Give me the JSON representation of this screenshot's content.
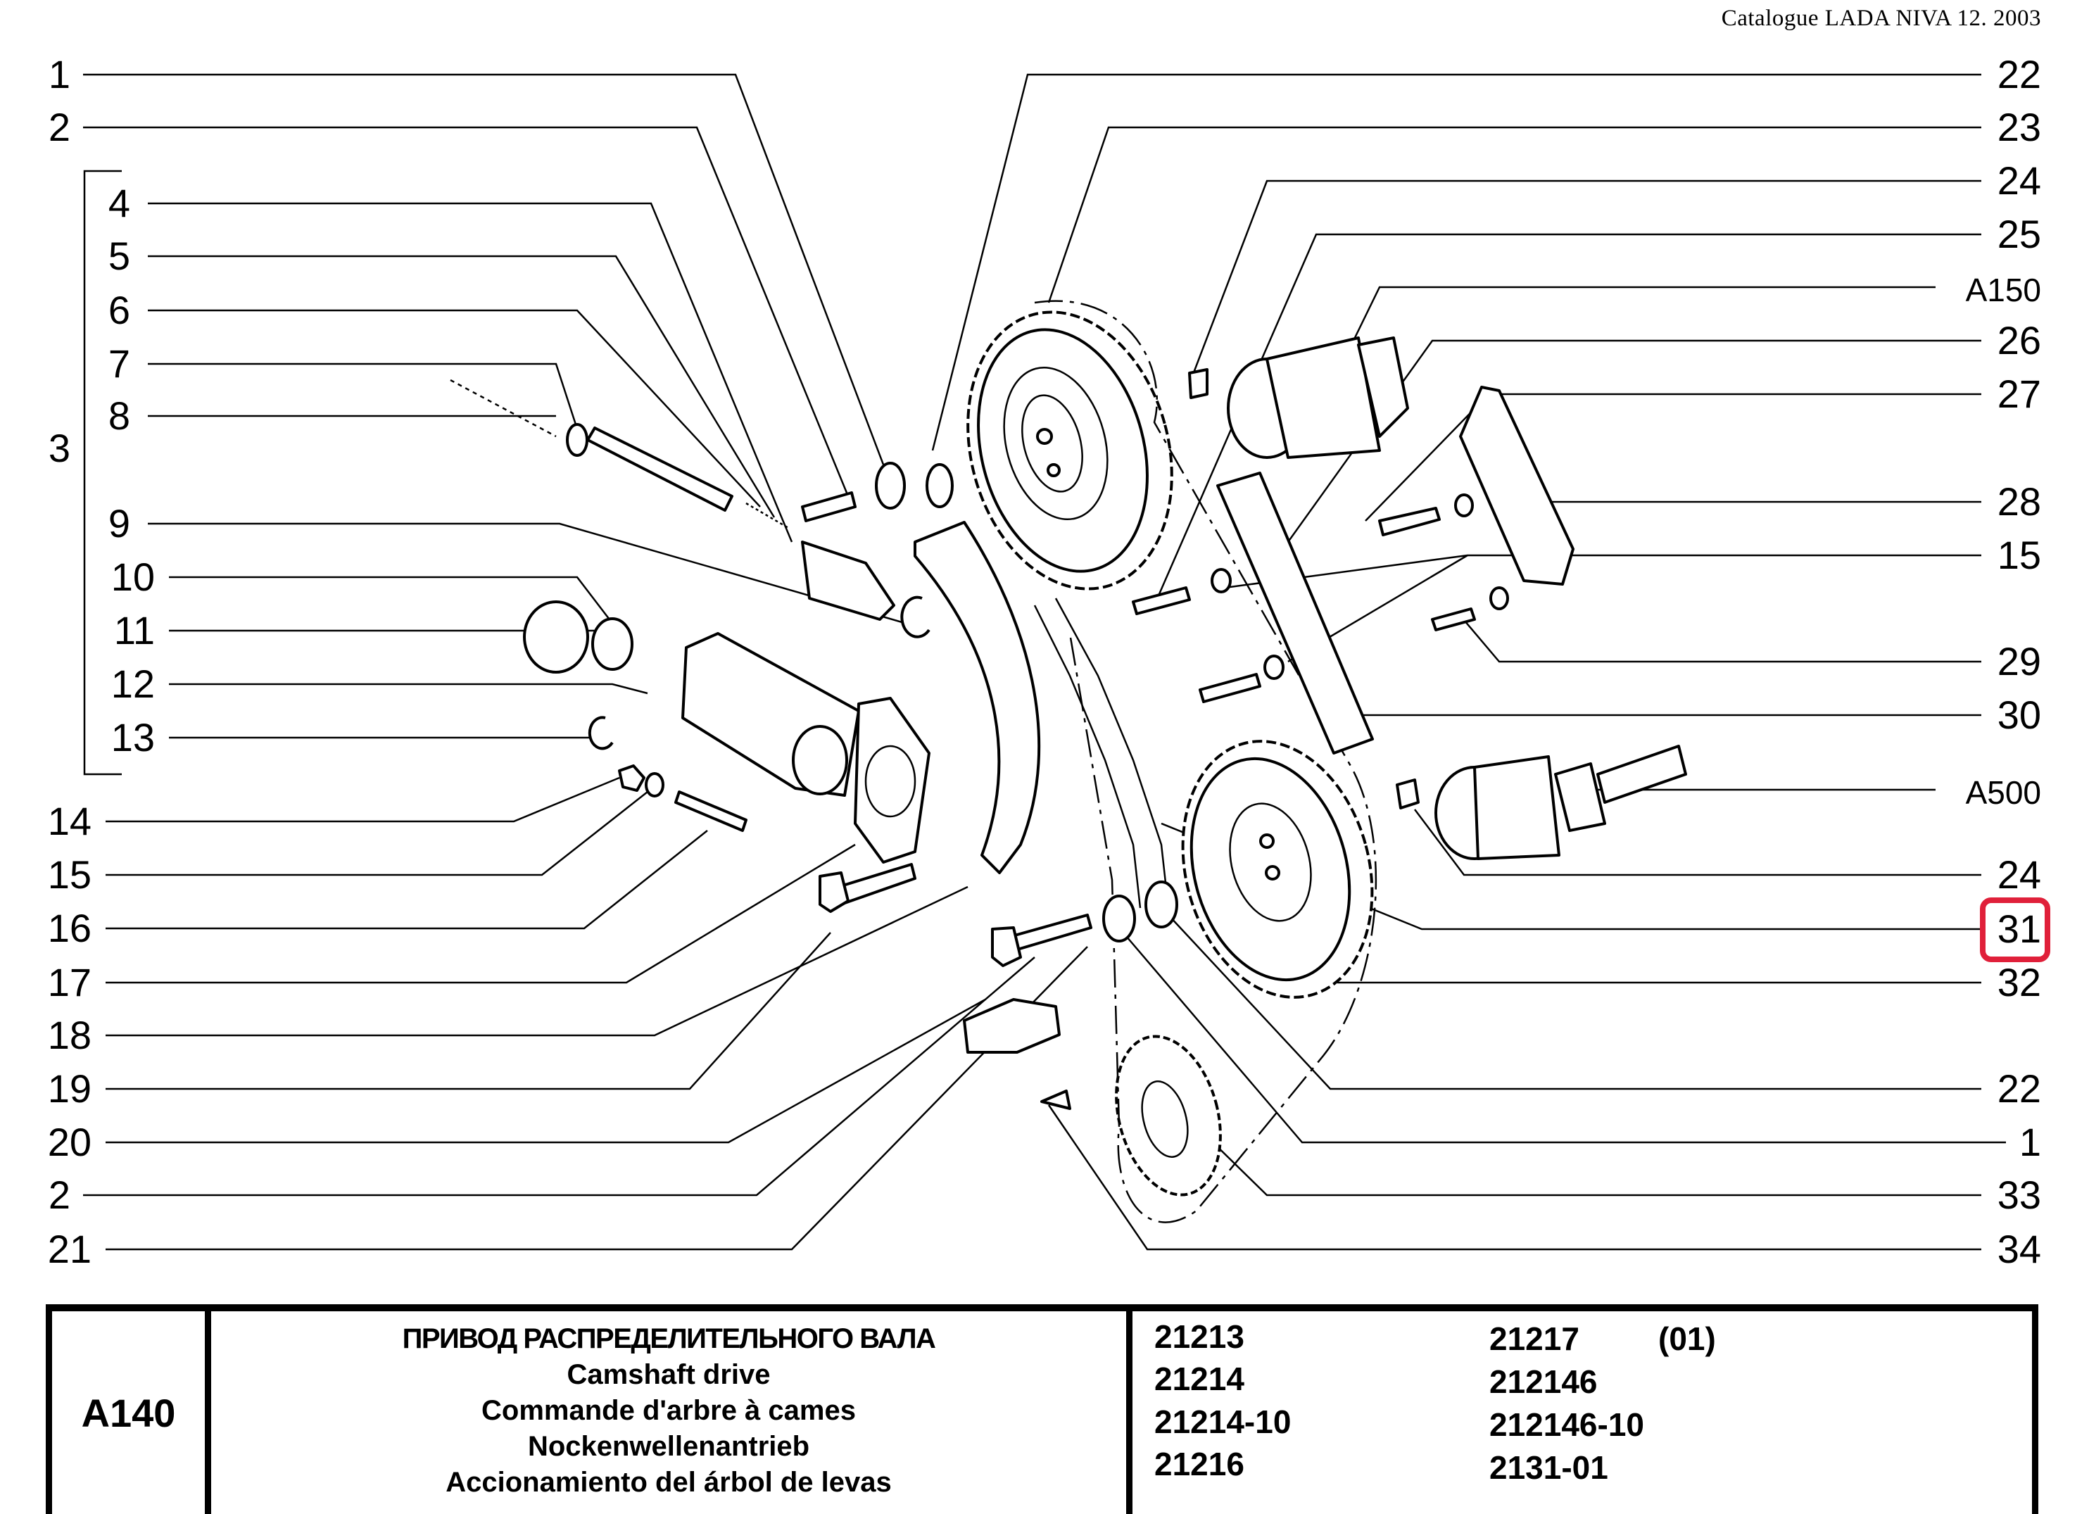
{
  "header": {
    "catalogue_title": "Catalogue LADA NIVA 12. 2003"
  },
  "diagram": {
    "left_callouts": [
      {
        "label": "1"
      },
      {
        "label": "2"
      },
      {
        "label": "3"
      },
      {
        "label": "4"
      },
      {
        "label": "5"
      },
      {
        "label": "6"
      },
      {
        "label": "7"
      },
      {
        "label": "8"
      },
      {
        "label": "9"
      },
      {
        "label": "10"
      },
      {
        "label": "11"
      },
      {
        "label": "12"
      },
      {
        "label": "13"
      },
      {
        "label": "14"
      },
      {
        "label": "15"
      },
      {
        "label": "16"
      },
      {
        "label": "17"
      },
      {
        "label": "18"
      },
      {
        "label": "19"
      },
      {
        "label": "20"
      },
      {
        "label": "2"
      },
      {
        "label": "21"
      }
    ],
    "right_callouts": [
      {
        "label": "22"
      },
      {
        "label": "23"
      },
      {
        "label": "24"
      },
      {
        "label": "25"
      },
      {
        "label": "A150"
      },
      {
        "label": "26"
      },
      {
        "label": "27"
      },
      {
        "label": "28"
      },
      {
        "label": "15"
      },
      {
        "label": "29"
      },
      {
        "label": "30"
      },
      {
        "label": "A500"
      },
      {
        "label": "24"
      },
      {
        "label": "31"
      },
      {
        "label": "32"
      },
      {
        "label": "22"
      },
      {
        "label": "1"
      },
      {
        "label": "33"
      },
      {
        "label": "34"
      }
    ],
    "highlighted_callout": "31",
    "highlight_color": "#e0203a",
    "group_bracket": {
      "label": "3",
      "covers": [
        "4",
        "5",
        "6",
        "7",
        "8",
        "9",
        "10",
        "11",
        "12",
        "13"
      ]
    }
  },
  "footer_table": {
    "section_code": "A140",
    "titles": {
      "ru": "ПРИВОД РАСПРЕДЕЛИТЕЛЬНОГО ВАЛА",
      "en": "Camshaft drive",
      "fr": "Commande d'arbre à cames",
      "de": "Nockenwellenantrieb",
      "es": "Accionamiento del árbol de levas"
    },
    "models_col1": [
      "21213",
      "21214",
      "21214-10",
      "21216"
    ],
    "models_col2": [
      "21217",
      "212146",
      "212146-10",
      "2131-01"
    ],
    "model_note": "(01)"
  }
}
